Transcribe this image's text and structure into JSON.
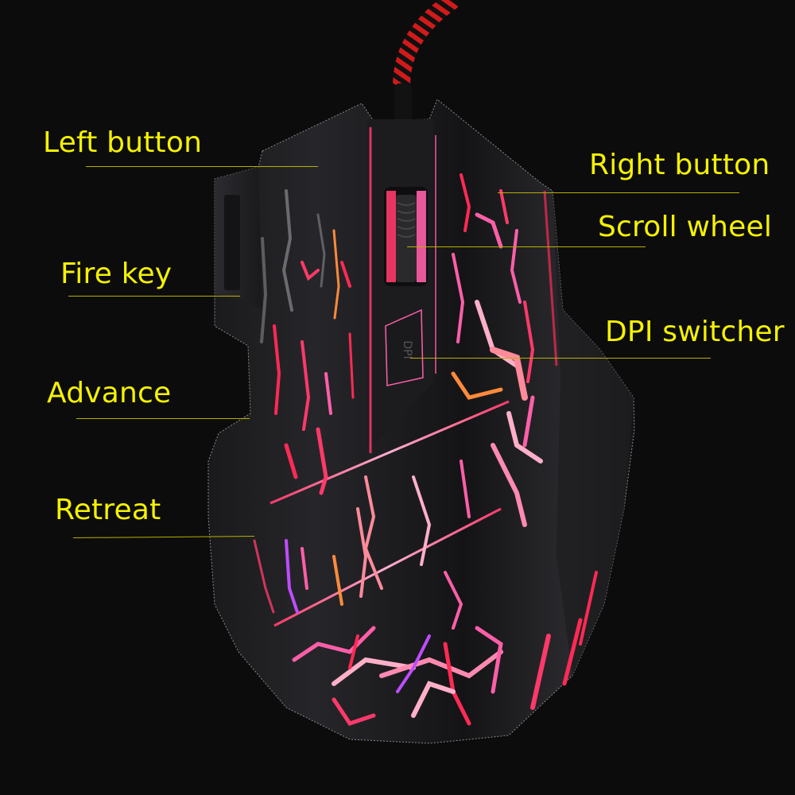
{
  "diagram": {
    "subject": "gaming-mouse",
    "background_color": "#0c0c0c",
    "label_color": "#f5f200",
    "leader_color": "#b8b000",
    "accent_colors": [
      "#ff2a55",
      "#ff5fa8",
      "#ff8a3c",
      "#c04cff"
    ],
    "cable_colors": [
      "#d21a1a",
      "#101010"
    ]
  },
  "labels": {
    "left_button": "Left button",
    "fire_key": "Fire key",
    "advance": "Advance",
    "retreat": "Retreat",
    "right_button": "Right button",
    "scroll_wheel": "Scroll wheel",
    "dpi_switcher": "DPI switcher"
  },
  "dpi_button_text": "DPI"
}
